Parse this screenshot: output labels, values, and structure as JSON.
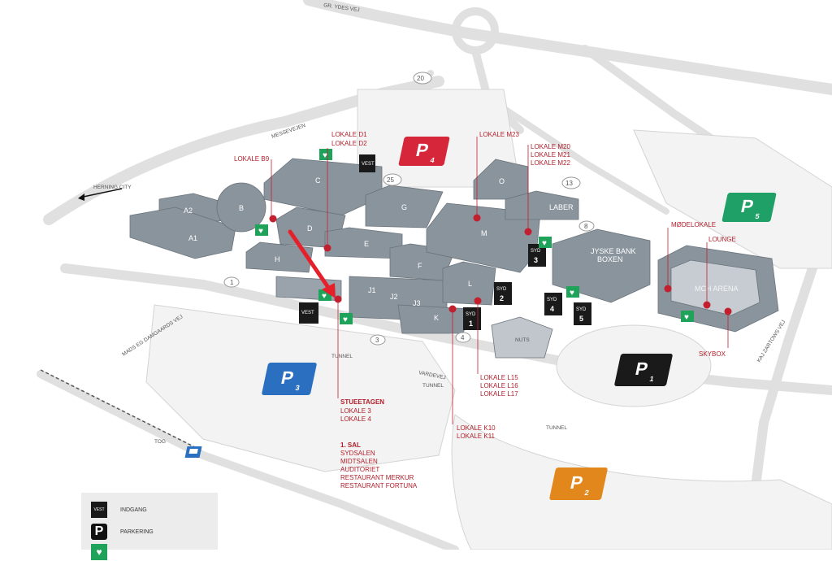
{
  "roads": {
    "top": "GR. YDES VEJ",
    "messe": "MESSEVEJEN",
    "city": "HERNING CITY",
    "mads": "MADS EG DAMGAARDS VEJ",
    "varde": "VARDEVEJ",
    "kaj": "KAJ ZARTOWS VEJ",
    "tunnel": "TUNNEL",
    "tog": "TOG"
  },
  "road_numbers": [
    "20",
    "25",
    "13",
    "8",
    "1",
    "3",
    "4"
  ],
  "buildings": {
    "A2": "A2",
    "A1": "A1",
    "B": "B",
    "C": "C",
    "D": "D",
    "E": "E",
    "F": "F",
    "G": "G",
    "H": "H",
    "J1": "J1",
    "J2": "J2",
    "J3": "J3",
    "K": "K",
    "L": "L",
    "M": "M",
    "O": "O",
    "LABER": "LABER",
    "NUTS": "NUTS"
  },
  "boxen": {
    "line1": "JYSKE BANK",
    "line2": "BOXEN"
  },
  "arena": {
    "label": "MCH ARENA"
  },
  "entrances": [
    {
      "label": "VEST",
      "num": ""
    },
    {
      "label": "VEST",
      "num": ""
    },
    {
      "label": "SYD",
      "num": "1"
    },
    {
      "label": "SYD",
      "num": "2"
    },
    {
      "label": "SYD",
      "num": "3"
    },
    {
      "label": "SYD",
      "num": "4"
    },
    {
      "label": "SYD",
      "num": "5"
    }
  ],
  "parking": [
    {
      "letter": "P",
      "num": "4",
      "color": "#d6263a"
    },
    {
      "letter": "P",
      "num": "5",
      "color": "#1fa067"
    },
    {
      "letter": "P",
      "num": "3",
      "color": "#2a6fc0"
    },
    {
      "letter": "P",
      "num": "1",
      "color": "#1a1a1a"
    },
    {
      "letter": "P",
      "num": "2",
      "color": "#e2871c"
    }
  ],
  "location_labels": {
    "d1d2": [
      "LOKALE D1",
      "LOKALE D2"
    ],
    "b9": [
      "LOKALE B9"
    ],
    "m23": [
      "LOKALE M23"
    ],
    "m20": [
      "LOKALE M20",
      "LOKALE M21",
      "LOKALE M22"
    ],
    "modelokale": [
      "MØDELOKALE"
    ],
    "lounge": [
      "LOUNGE"
    ],
    "skybox": [
      "SKYBOX"
    ],
    "l15": [
      "LOKALE L15",
      "LOKALE L16",
      "LOKALE L17"
    ],
    "k10": [
      "LOKALE K10",
      "LOKALE K11"
    ],
    "stuetagen": [
      "STUEETAGEN",
      "LOKALE 3",
      "LOKALE 4"
    ],
    "sal": [
      "1. SAL",
      "SYDSALEN",
      "MIDTSALEN",
      "AUDITORIET",
      "RESTAURANT MERKUR",
      "RESTAURANT FORTUNA"
    ]
  },
  "legend": {
    "entrance_symbol": "VEST",
    "entrance_label": "INDGANG",
    "parking_symbol": "P",
    "parking_label": "PARKERING"
  },
  "colors": {
    "building": "#8a949d",
    "building_top": "#a5aeb6",
    "road": "#e2e2e2",
    "road_edge": "#cfcfcf",
    "marker": "#c21f2f",
    "label": "#b21e2a",
    "aed": "#1fa25a",
    "arrow": "#e5202a"
  },
  "icons": {
    "aed": "aed-heart-icon",
    "train": "train-icon",
    "direction": "arrow-left-icon"
  }
}
